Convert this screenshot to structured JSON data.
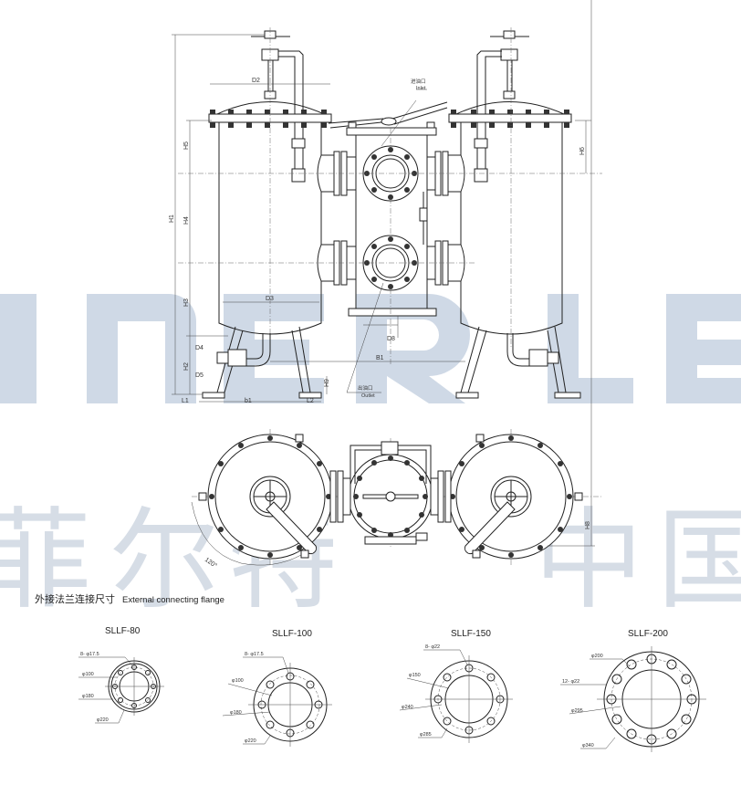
{
  "watermark": {
    "latin_text": "ILTER LE",
    "chinese_text": [
      "菲",
      "尔",
      "特",
      "中",
      "国"
    ],
    "color": "#c9d4e2"
  },
  "front_view": {
    "dimension_labels": {
      "D2": "D2",
      "D3": "D3",
      "D4": "D4",
      "D5": "D5",
      "D8": "D8",
      "H1": "H1",
      "H2": "H2",
      "H3": "H3",
      "H4": "H4",
      "H5": "H5",
      "H6": "H6",
      "H9": "H9",
      "B1": "B1",
      "b1": "b1",
      "L1": "L1",
      "L2": "L2"
    },
    "inlet_label_cn": "进油口",
    "inlet_label_en": "Inlet",
    "outlet_label_cn": "出油口",
    "outlet_label_en": "Outlet"
  },
  "top_view": {
    "angle_label": "120°",
    "dimension_label_h8": "H8"
  },
  "flange_section": {
    "title_cn": "外接法兰连接尺寸",
    "title_en": "External connecting flange",
    "flanges": [
      {
        "model": "SLLF-80",
        "bolts": "8- φ17.5",
        "inner": "φ100",
        "pcd": "φ180",
        "outer": "φ220",
        "bolt_count": 8
      },
      {
        "model": "SLLF-100",
        "bolts": "8- φ17.5",
        "inner": "φ100",
        "pcd": "φ180",
        "outer": "φ220",
        "bolt_count": 8
      },
      {
        "model": "SLLF-150",
        "bolts": "8- φ22",
        "inner": "φ150",
        "pcd": "φ240",
        "outer": "φ285",
        "bolt_count": 8
      },
      {
        "model": "SLLF-200",
        "bolts": "12- φ22",
        "inner": "φ200",
        "pcd": "φ295",
        "outer": "φ340",
        "bolt_count": 12
      }
    ]
  }
}
